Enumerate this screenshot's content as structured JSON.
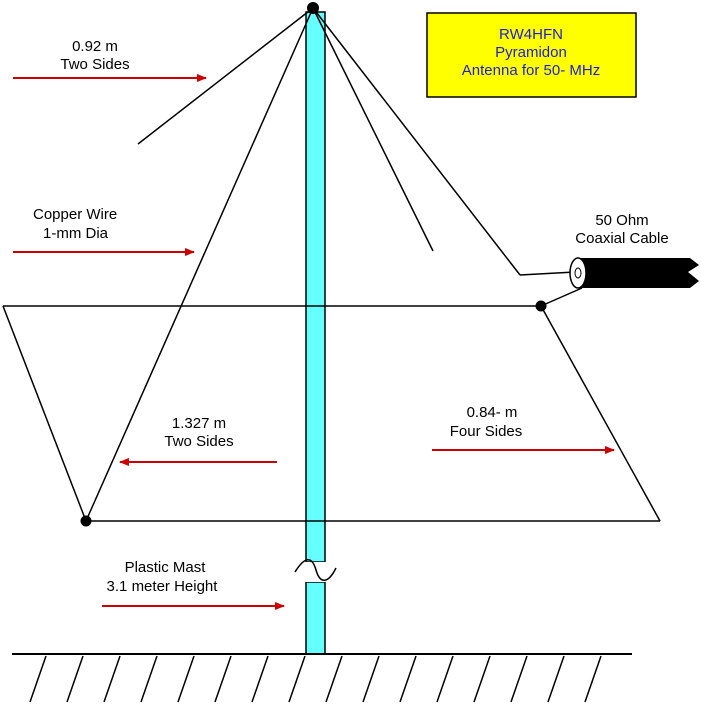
{
  "title_box": {
    "lines": [
      "RW4HFN",
      "Pyramidon",
      "Antenna for 50- MHz"
    ],
    "background": "#ffff00",
    "text_color": "#1f1fd0"
  },
  "labels": {
    "top_wire": {
      "line1": "0.92 m",
      "line2": "Two Sides"
    },
    "copper_wire": {
      "line1": "Copper Wire",
      "line2": "1-mm Dia"
    },
    "coax": {
      "line1": "50 Ohm",
      "line2": "Coaxial Cable"
    },
    "lower_wire": {
      "line1": "1.327 m",
      "line2": "Two Sides"
    },
    "frame": {
      "line1": "0.84- m",
      "line2": "Four Sides"
    },
    "mast": {
      "line1": "Plastic Mast",
      "line2": "3.1 meter Height"
    }
  },
  "colors": {
    "mast_fill": "#66ffff",
    "arrow": "#cc0000",
    "line": "#000000"
  }
}
